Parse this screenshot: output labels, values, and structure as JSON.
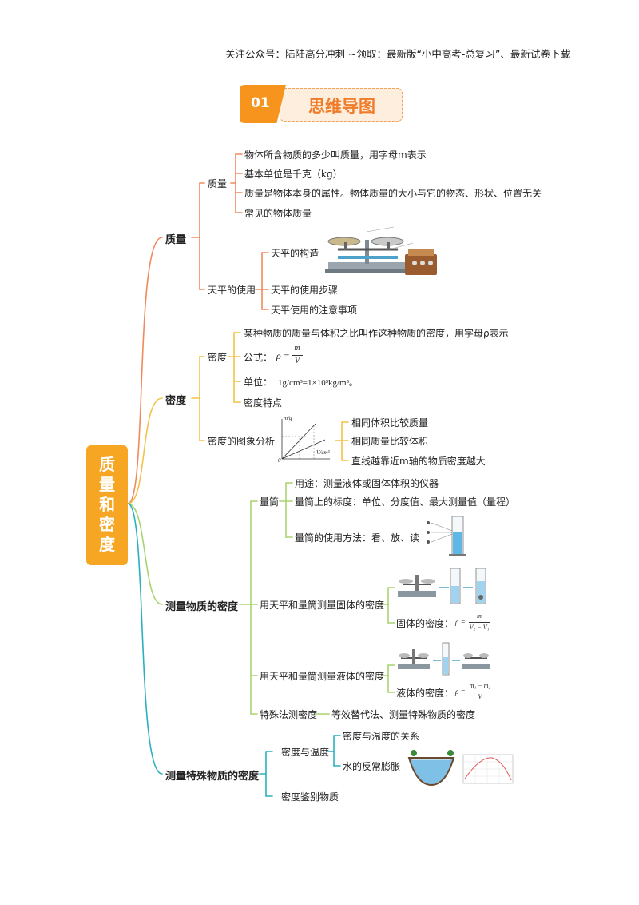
{
  "header": {
    "notice": "关注公众号：陆陆高分冲刺  ~领取：最新版“小中高考-总复习”、最新试卷下载"
  },
  "banner": {
    "number": "01",
    "title": "思维导图"
  },
  "colors": {
    "orange": "#f6a623",
    "mass": "#f08a5d",
    "density": "#f3c247",
    "measure": "#a8d46f",
    "special": "#2bb0c0"
  },
  "root": {
    "label": "质量和密度"
  },
  "mass": {
    "label": "质量",
    "sub1": {
      "label": "质量",
      "items": [
        "物体所含物质的多少叫质量，用字母m表示",
        "基本单位是千克（kg）",
        "质量是物体本身的属性。物体质量的大小与它的物态、形状、位置无关",
        "常见的物体质量"
      ]
    },
    "sub2": {
      "label": "天平的使用",
      "items": [
        "天平的构造",
        "天平的使用步骤",
        "天平使用的注意事项"
      ]
    }
  },
  "density": {
    "label": "密度",
    "sub1": {
      "label": "密度",
      "def": "某种物质的质量与体积之比叫作这种物质的密度，用字母ρ表示",
      "formula_label": "公式：",
      "formula_lhs": "ρ =",
      "formula_num": "m",
      "formula_den": "V",
      "unit_label": "单位：",
      "unit_value": "1g/cm³=1×10³kg/m³。",
      "feature": "密度特点"
    },
    "sub2": {
      "label": "密度的图象分析",
      "items": [
        "相同体积比较质量",
        "相同质量比较体积",
        "直线越靠近m轴的物质密度越大"
      ],
      "graph_y": "m/g",
      "graph_x": "V/cm³",
      "graph_o": "0"
    }
  },
  "measure": {
    "label": "测量物质的密度",
    "cylinder": {
      "label": "量筒",
      "items": [
        "用途：测量液体或固体体积的仪器",
        "量筒上的标度：单位、分度值、最大测量值（量程）",
        "量筒的使用方法：看、放、读"
      ]
    },
    "solid": {
      "label": "用天平和量筒测量固体的密度",
      "density_label": "固体的密度：",
      "formula_lhs": "ρ =",
      "formula_num": "m",
      "formula_den": "V₂ − V₁"
    },
    "liquid": {
      "label": "用天平和量筒测量液体的密度",
      "density_label": "液体的密度：",
      "formula_lhs": "ρ =",
      "formula_num": "m₁ − m₂",
      "formula_den": "V"
    },
    "special": {
      "label": "特殊法测密度",
      "desc": "等效替代法、测量特殊物质的密度"
    }
  },
  "special_density": {
    "label": "测量特殊物质的密度",
    "sub1": {
      "label": "密度与温度",
      "items": [
        "密度与温度的关系",
        "水的反常膨胀"
      ]
    },
    "sub2": {
      "label": "密度鉴别物质"
    }
  }
}
